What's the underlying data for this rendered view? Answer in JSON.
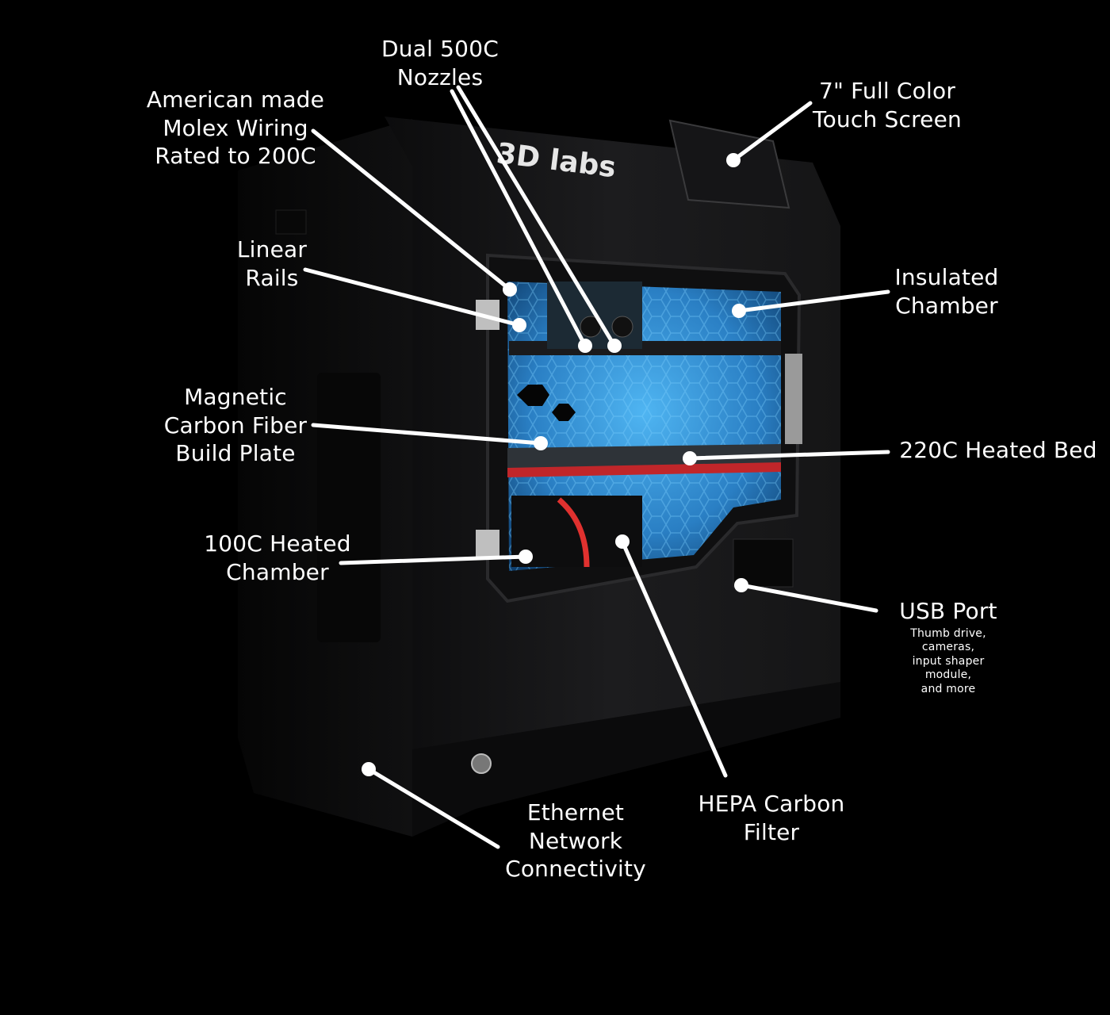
{
  "brand": "3D labs",
  "callouts": [
    {
      "id": "dual-nozzles",
      "lines": [
        "Dual 500C",
        "Nozzles"
      ]
    },
    {
      "id": "molex-wiring",
      "lines": [
        "American made",
        "Molex Wiring",
        "Rated to 200C"
      ]
    },
    {
      "id": "touch-screen",
      "lines": [
        "7\" Full Color",
        "Touch Screen"
      ]
    },
    {
      "id": "linear-rails",
      "lines": [
        "Linear",
        "Rails"
      ]
    },
    {
      "id": "insulated-chamber",
      "lines": [
        "Insulated",
        "Chamber"
      ]
    },
    {
      "id": "build-plate",
      "lines": [
        "Magnetic",
        "Carbon Fiber",
        "Build Plate"
      ]
    },
    {
      "id": "heated-bed",
      "lines": [
        "220C Heated Bed"
      ]
    },
    {
      "id": "heated-chamber",
      "lines": [
        "100C Heated",
        "Chamber"
      ]
    },
    {
      "id": "usb-port",
      "lines": [
        "USB Port"
      ],
      "sub": [
        "Thumb drive,",
        "cameras,",
        "input shaper",
        "module,",
        "and more"
      ]
    },
    {
      "id": "hepa-filter",
      "lines": [
        "HEPA Carbon",
        "Filter"
      ]
    },
    {
      "id": "ethernet",
      "lines": [
        "Ethernet",
        "Network",
        "Connectivity"
      ]
    }
  ],
  "colors": {
    "background": "#000000",
    "chamber": "#2f8fd6",
    "label": "#ffffff",
    "bed_edge": "#c0262a"
  }
}
